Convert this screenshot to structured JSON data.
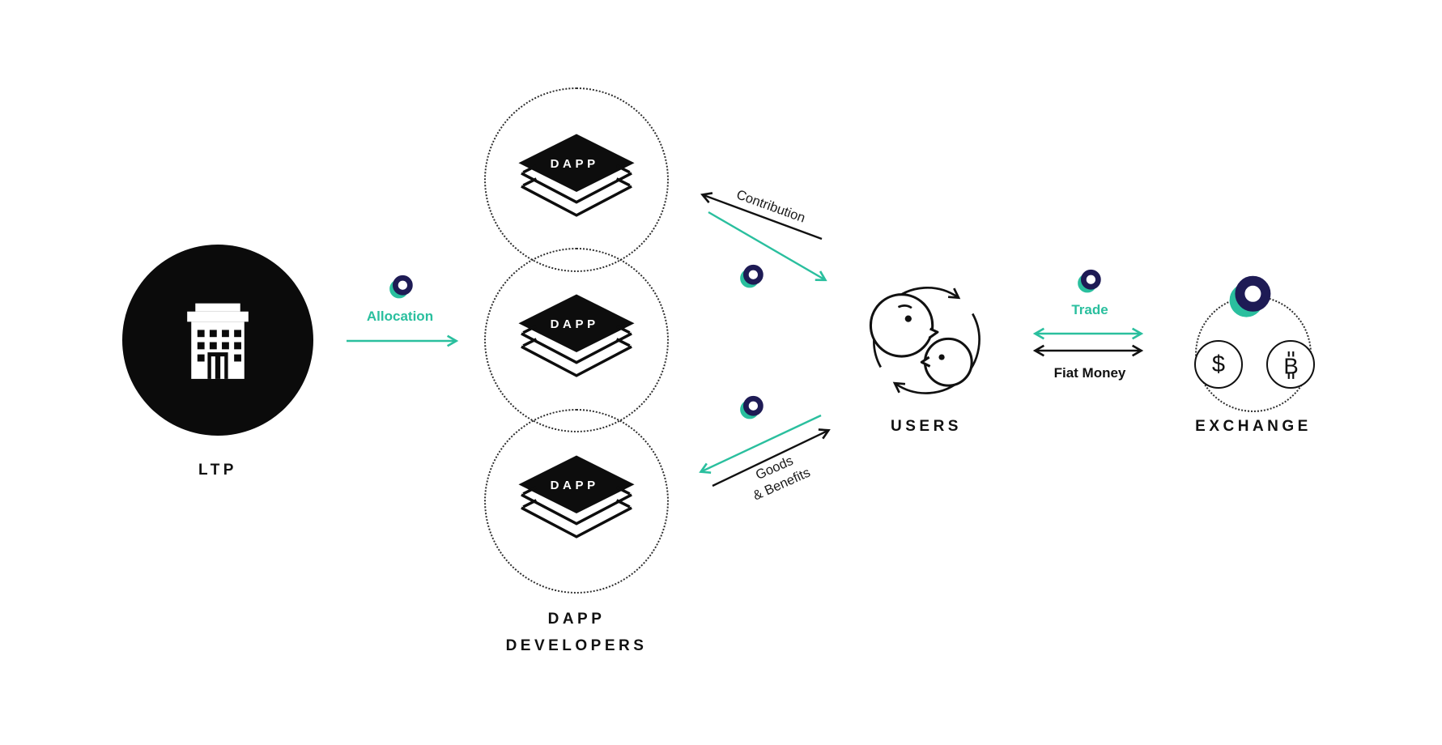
{
  "nodes": {
    "ltp": {
      "label": "LTP"
    },
    "dapp_developers": {
      "dapp_badge": "DAPP",
      "label_line1": "DAPP",
      "label_line2": "DEVELOPERS"
    },
    "users": {
      "label": "USERS"
    },
    "exchange": {
      "label": "EXCHANGE",
      "dollar_symbol": "$",
      "bitcoin_symbol": "B"
    }
  },
  "flows": {
    "allocation": {
      "label": "Allocation"
    },
    "contribution": {
      "label": "Contribution"
    },
    "goods_benefits": {
      "label_line1": "Goods",
      "label_line2": "& Benefits"
    },
    "trade": {
      "label": "Trade"
    },
    "fiat_money": {
      "label": "Fiat Money"
    }
  },
  "colors": {
    "accent_green": "#2abf9e",
    "token_navy": "#1e1b55",
    "ink": "#111111",
    "background": "#ffffff"
  }
}
